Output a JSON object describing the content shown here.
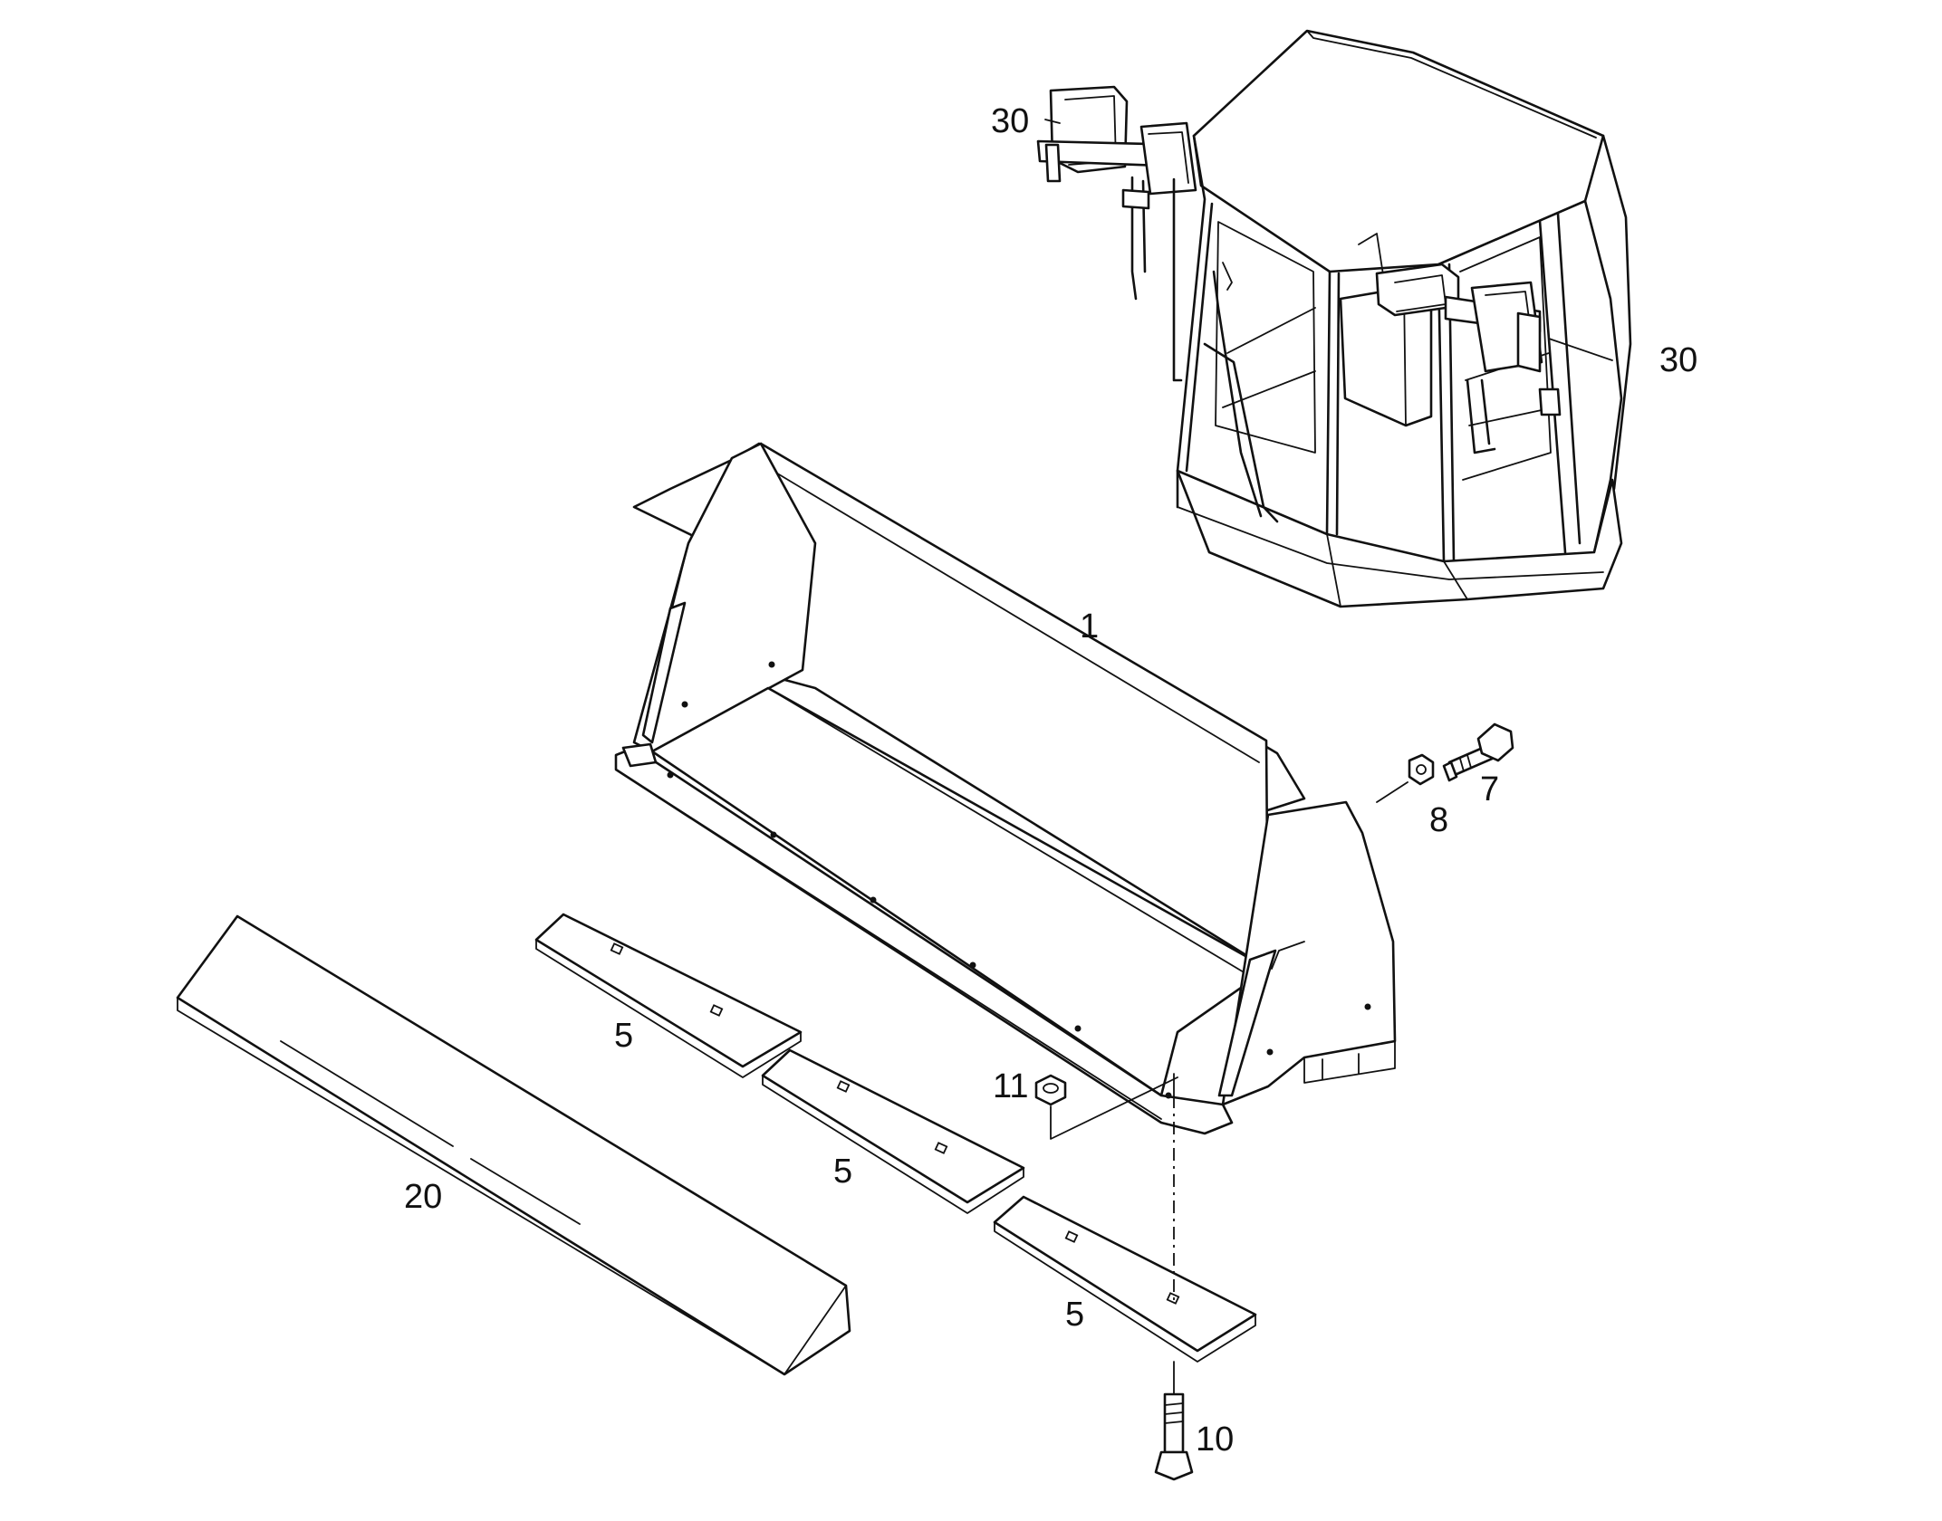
{
  "callouts": {
    "bucket": "1",
    "cutting_edge_segment_a": "5",
    "cutting_edge_segment_b": "5",
    "cutting_edge_segment_c": "5",
    "bolt_side": "7",
    "nut_side": "8",
    "bolt_bottom": "10",
    "nut_bottom": "11",
    "edge_bar": "20",
    "lamp_left": "30",
    "lamp_right": "30"
  },
  "colors": {
    "line": "#111111",
    "background": "#ffffff"
  }
}
